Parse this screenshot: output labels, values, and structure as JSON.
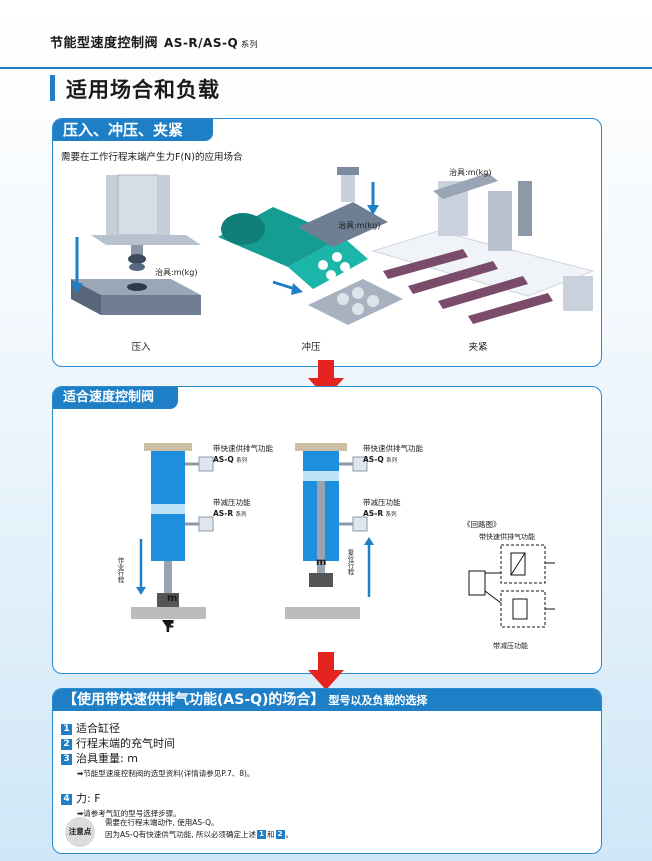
{
  "header": {
    "title": "节能型速度控制阀",
    "series": "AS-R/AS-Q",
    "series_suffix": "系列"
  },
  "section": {
    "title": "适用场合和负载"
  },
  "box1": {
    "tab": "压入、冲压、夹紧",
    "description": "需要在工作行程末端产生力F(N)的应用场合",
    "jig_label": "治具:m(kg)",
    "captions": [
      "压入",
      "冲压",
      "夹紧"
    ]
  },
  "box2": {
    "tab": "适合速度控制阀",
    "valve_q_name": "带快速供排气功能",
    "valve_q_series": "AS-Q",
    "valve_r_name": "带减压功能",
    "valve_r_series": "AS-R",
    "series_suffix": "系列",
    "work_stroke": "作业行程",
    "return_stroke": "复位行程",
    "mass_label": "m",
    "force_label": "F",
    "circuit_title": "《回路图》",
    "circuit_top": "带快速供排气功能",
    "circuit_bottom": "带减压功能"
  },
  "box3": {
    "tab_title": "【使用带快速供排气功能(AS-Q)的场合】",
    "tab_sub": "型号以及负载的选择",
    "items": [
      {
        "num": "1",
        "text": "适合缸径"
      },
      {
        "num": "2",
        "text": "行程末端的充气时间"
      },
      {
        "num": "3",
        "text": "治具重量: m"
      }
    ],
    "item3_note": "➡节能型速度控制阀的选型资料(详情请参见P.7、8)。",
    "item4": {
      "num": "4",
      "text": "力: F"
    },
    "item4_note": "➡请参考气缸的型号选择步骤。",
    "caution_badge": "注意点",
    "caution_line1": "需要在行程末端动作, 使用AS-Q。",
    "caution_line2_a": "因为AS-Q有快速供气功能, 所以必须确定上述",
    "caution_n1": "1",
    "caution_and": "和",
    "caution_n2": "2",
    "caution_end": "。"
  },
  "colors": {
    "accent": "#1e7fc6",
    "arrow_red": "#e52420",
    "cylinder_blue": "#1d8fde"
  }
}
